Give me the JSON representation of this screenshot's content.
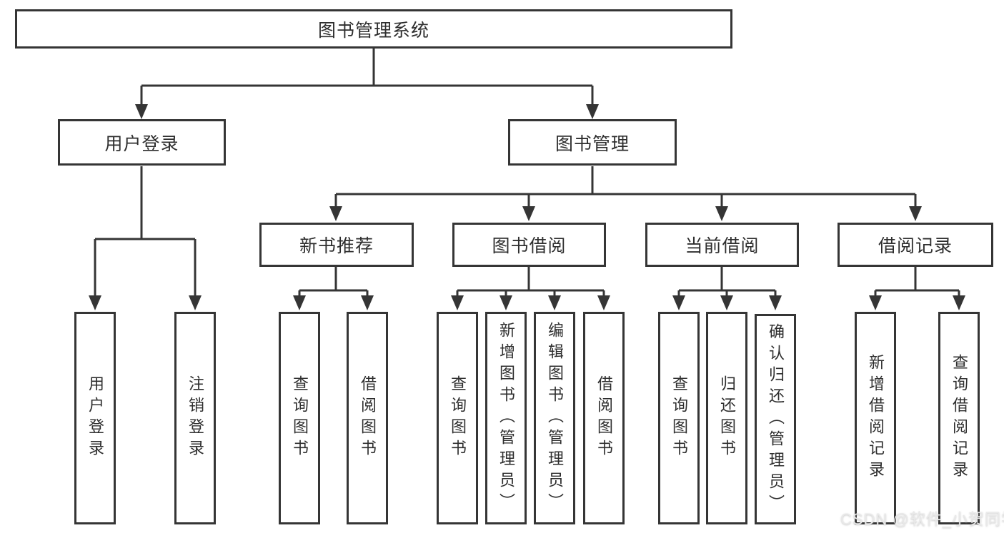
{
  "colors": {
    "background": "#ffffff",
    "line": "#353535",
    "text": "#2e2e2e",
    "watermark": "#e9e9e9"
  },
  "watermark": {
    "text": "CSDN @软件_小贺同学"
  },
  "tree": {
    "root": "图书管理系统",
    "children": [
      {
        "label": "用户登录",
        "children": [
          {
            "label": "用户登录"
          },
          {
            "label": "注销登录"
          }
        ]
      },
      {
        "label": "图书管理",
        "children": [
          {
            "label": "新书推荐",
            "children": [
              {
                "label": "查询图书"
              },
              {
                "label": "借阅图书"
              }
            ]
          },
          {
            "label": "图书借阅",
            "children": [
              {
                "label": "查询图书"
              },
              {
                "label": "新增图书（管理员）"
              },
              {
                "label": "编辑图书（管理员）"
              },
              {
                "label": "借阅图书"
              }
            ]
          },
          {
            "label": "当前借阅",
            "children": [
              {
                "label": "查询图书"
              },
              {
                "label": "归还图书"
              },
              {
                "label": "确认归还（管理员）"
              }
            ]
          },
          {
            "label": "借阅记录",
            "children": [
              {
                "label": "新增借阅记录"
              },
              {
                "label": "查询借阅记录"
              }
            ]
          }
        ]
      }
    ]
  }
}
